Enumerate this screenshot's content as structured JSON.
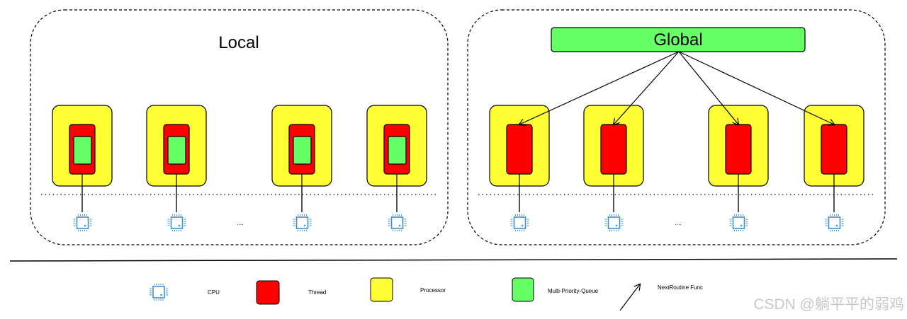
{
  "diagram": {
    "panels": [
      {
        "id": "local",
        "title": "Local",
        "processor_count_shown": 4,
        "threads_contain_queue": true,
        "has_global_queue": false,
        "ellipsis": "....",
        "ellipsis_after_index": 2
      },
      {
        "id": "global",
        "title": "Global",
        "processor_count_shown": 4,
        "threads_contain_queue": false,
        "has_global_queue": true,
        "ellipsis": "....",
        "ellipsis_after_index": 2
      }
    ],
    "legend": [
      {
        "key": "cpu",
        "label": "CPU",
        "icon": "cpu-chip-icon"
      },
      {
        "key": "thread",
        "label": "Thread",
        "color": "#ff0000"
      },
      {
        "key": "processor",
        "label": "Processor",
        "color": "#ffff33"
      },
      {
        "key": "queue",
        "label": "Multi-Priority-Queue",
        "color": "#66ff66"
      },
      {
        "key": "arrow",
        "label": "NextRoutine Func",
        "icon": "arrow-icon"
      }
    ],
    "colors": {
      "processor": "#ffff33",
      "thread": "#ff0000",
      "queue": "#66ff66",
      "cpu": "#3d8fd1",
      "stroke": "#000000"
    },
    "watermark": "CSDN @躺平平的弱鸡"
  }
}
